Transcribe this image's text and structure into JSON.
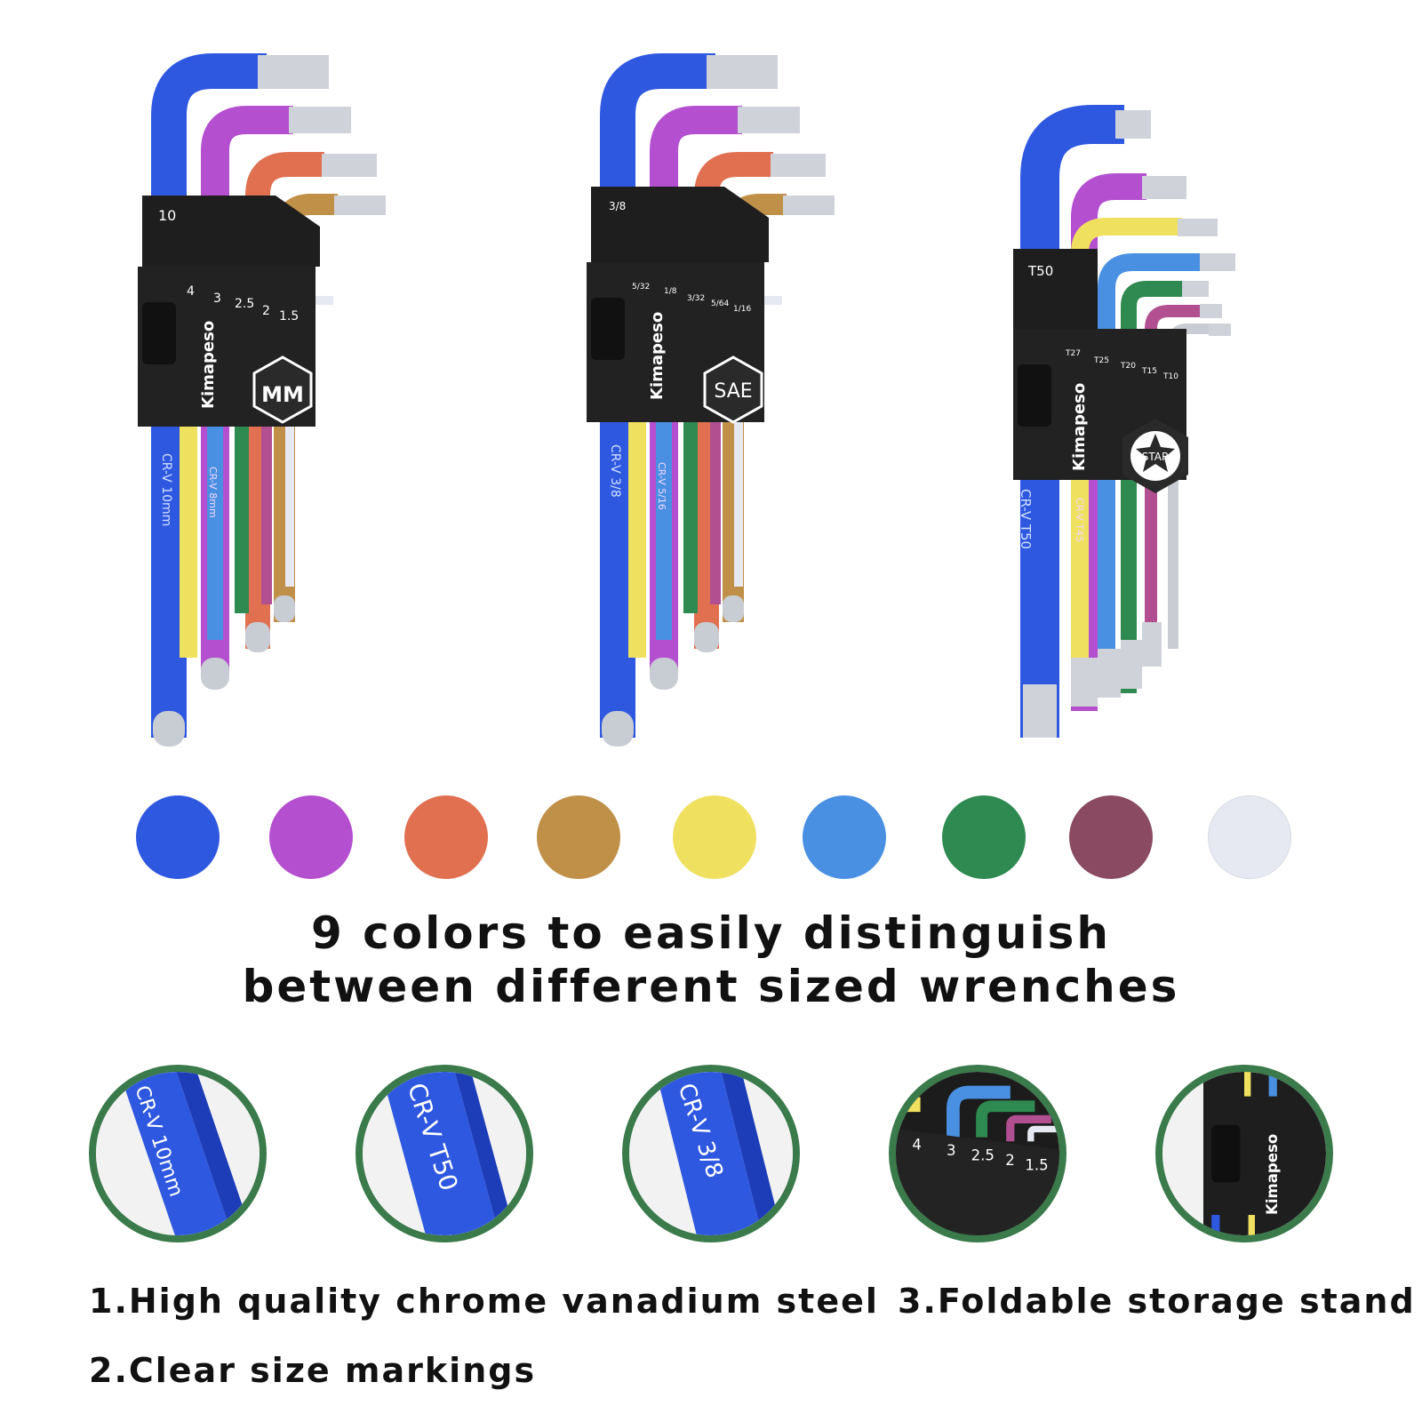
{
  "brand": "Kimapeso",
  "sets": {
    "mm": {
      "badge": "MM",
      "sizes": [
        "10",
        "4",
        "3",
        "2.5",
        "2",
        "1.5"
      ],
      "shaft_text": "CR-V 10mm",
      "shaft_text_2": "CR-V 8mm"
    },
    "sae": {
      "badge": "SAE",
      "sizes": [
        "3/8",
        "5/32",
        "1/8",
        "3/32",
        "5/64",
        "1/16"
      ],
      "shaft_text": "CR-V 3/8",
      "shaft_text_2": "CR-V 5/16"
    },
    "star": {
      "badge": "STAR",
      "sizes": [
        "T50",
        "T27",
        "T25",
        "T20",
        "T15",
        "T10"
      ],
      "shaft_text": "CR-V T50",
      "shaft_text_2": "CR-V T45"
    }
  },
  "colors": [
    "#2f58e0",
    "#b44fd0",
    "#e07050",
    "#c09048",
    "#f0e060",
    "#4a90e2",
    "#2e8a50",
    "#8a4a62",
    "#e6e9f2"
  ],
  "headline": {
    "line1": "9 colors to easily distinguish",
    "line2": "between different sized wrenches"
  },
  "details": {
    "d1": "CR-V 10mm",
    "d2": "CR-V T50",
    "d3": "CR-V 3/8",
    "d4_sizes": [
      "4",
      "3",
      "2.5",
      "2",
      "1.5"
    ],
    "d5": "Kimapeso"
  },
  "features": {
    "f1": "1.High quality chrome vanadium steel",
    "f2": "2.Clear size markings",
    "f3": "3.Foldable storage stand"
  }
}
